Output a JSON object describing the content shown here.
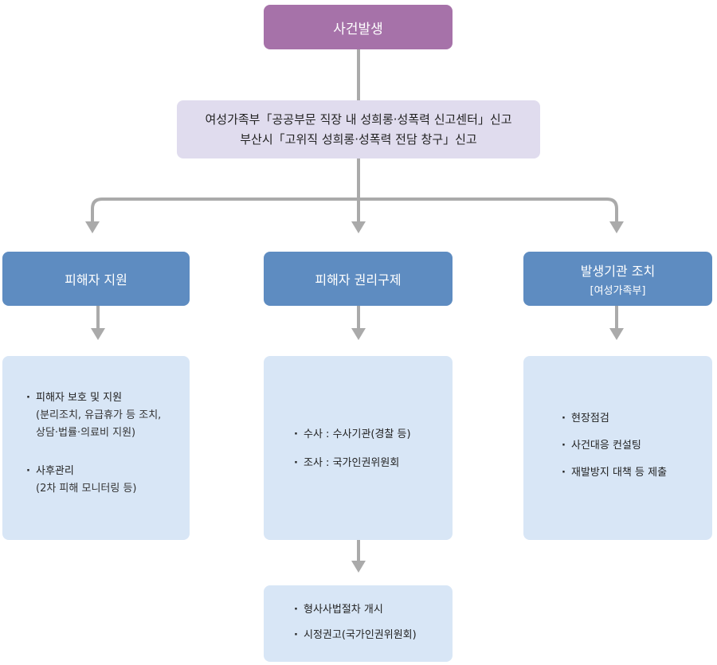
{
  "incident": "사건발생",
  "report": {
    "line1": "여성가족부「공공부문 직장 내 성희롱·성폭력 신고센터」신고",
    "line2": "부산시「고위직 성희롱·성폭력 전담 창구」신고"
  },
  "columns": [
    {
      "title": "피해자 지원",
      "items": [
        {
          "label": "피해자 보호 및 지원",
          "details": [
            "(분리조치, 유급휴가 등 조치,",
            "상담·법률·의료비 지원)"
          ]
        },
        {
          "label": "사후관리",
          "details": [
            "(2차 피해 모니터링 등)"
          ]
        }
      ]
    },
    {
      "title": "피해자 권리구제",
      "items": [
        {
          "label": "수사 : 수사기관(경찰 등)"
        },
        {
          "label": "조사 : 국가인권위원회"
        }
      ],
      "followup": [
        "형사사법절차 개시",
        "시정권고(국가인권위원회)"
      ]
    },
    {
      "title": "발생기관 조치",
      "subtitle": "[여성가족부]",
      "items": [
        {
          "label": "현장점검"
        },
        {
          "label": "사건대응 컨설팅"
        },
        {
          "label": "재발방지 대책 등 제출"
        }
      ]
    }
  ],
  "colors": {
    "top": "#a672a9",
    "report": "#e0dcee",
    "header": "#5e8cc1",
    "content": "#d8e6f6",
    "arrow": "#aaaaaa"
  }
}
